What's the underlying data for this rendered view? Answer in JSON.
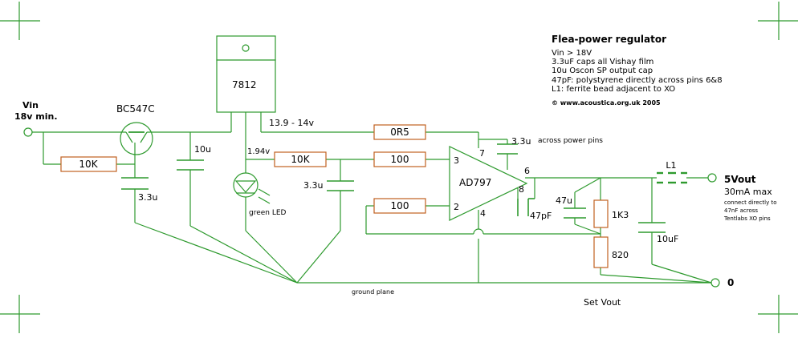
{
  "colors": {
    "wire": "#2e9a2e",
    "resistor_fill": "#ffffff",
    "resistor_stroke": "#c06020",
    "text": "#000000",
    "crosshair": "#2e9a2e"
  },
  "title": "Flea-power regulator",
  "notes": [
    "Vin > 18V",
    "3.3uF caps all Vishay film",
    "10u Oscon SP output cap",
    "47pF: polystyrene directly across pins 6&8",
    "L1: ferrite bead adjacent to XO"
  ],
  "copyright": "© www.acoustica.org.uk 2005",
  "input": {
    "label": "Vin",
    "sublabel": "18v min."
  },
  "transistor": "BC547C",
  "regulator": "7812",
  "opamp": "AD797",
  "pins": {
    "p2": "2",
    "p3": "3",
    "p4": "4",
    "p6": "6",
    "p7": "7",
    "p8": "8"
  },
  "voltages": {
    "reg_out": "13.9 - 14v",
    "ref": "1.94v"
  },
  "resistors": {
    "r_base": "10K",
    "r_ref": "10K",
    "r_0r5": "0R5",
    "r_100a": "100",
    "r_100b": "100",
    "r_1k3": "1K3",
    "r_820": "820"
  },
  "capacitors": {
    "c_base": "3.3u",
    "c_10u_in": "10u",
    "c_ref": "3.3u",
    "c_power": "3.3u",
    "c_power_note": "across power pins",
    "c_47p": "47pF",
    "c_47u": "47u",
    "c_out": "10uF"
  },
  "led": "green LED",
  "inductor": "L1",
  "output": {
    "label": "5Vout",
    "current": "30mA max",
    "note_lines": [
      "connect directly to",
      "47nF across",
      "Tentlabs XO pins"
    ]
  },
  "ground": "0",
  "ground_plane": "ground plane",
  "set_vout": "Set Vout"
}
